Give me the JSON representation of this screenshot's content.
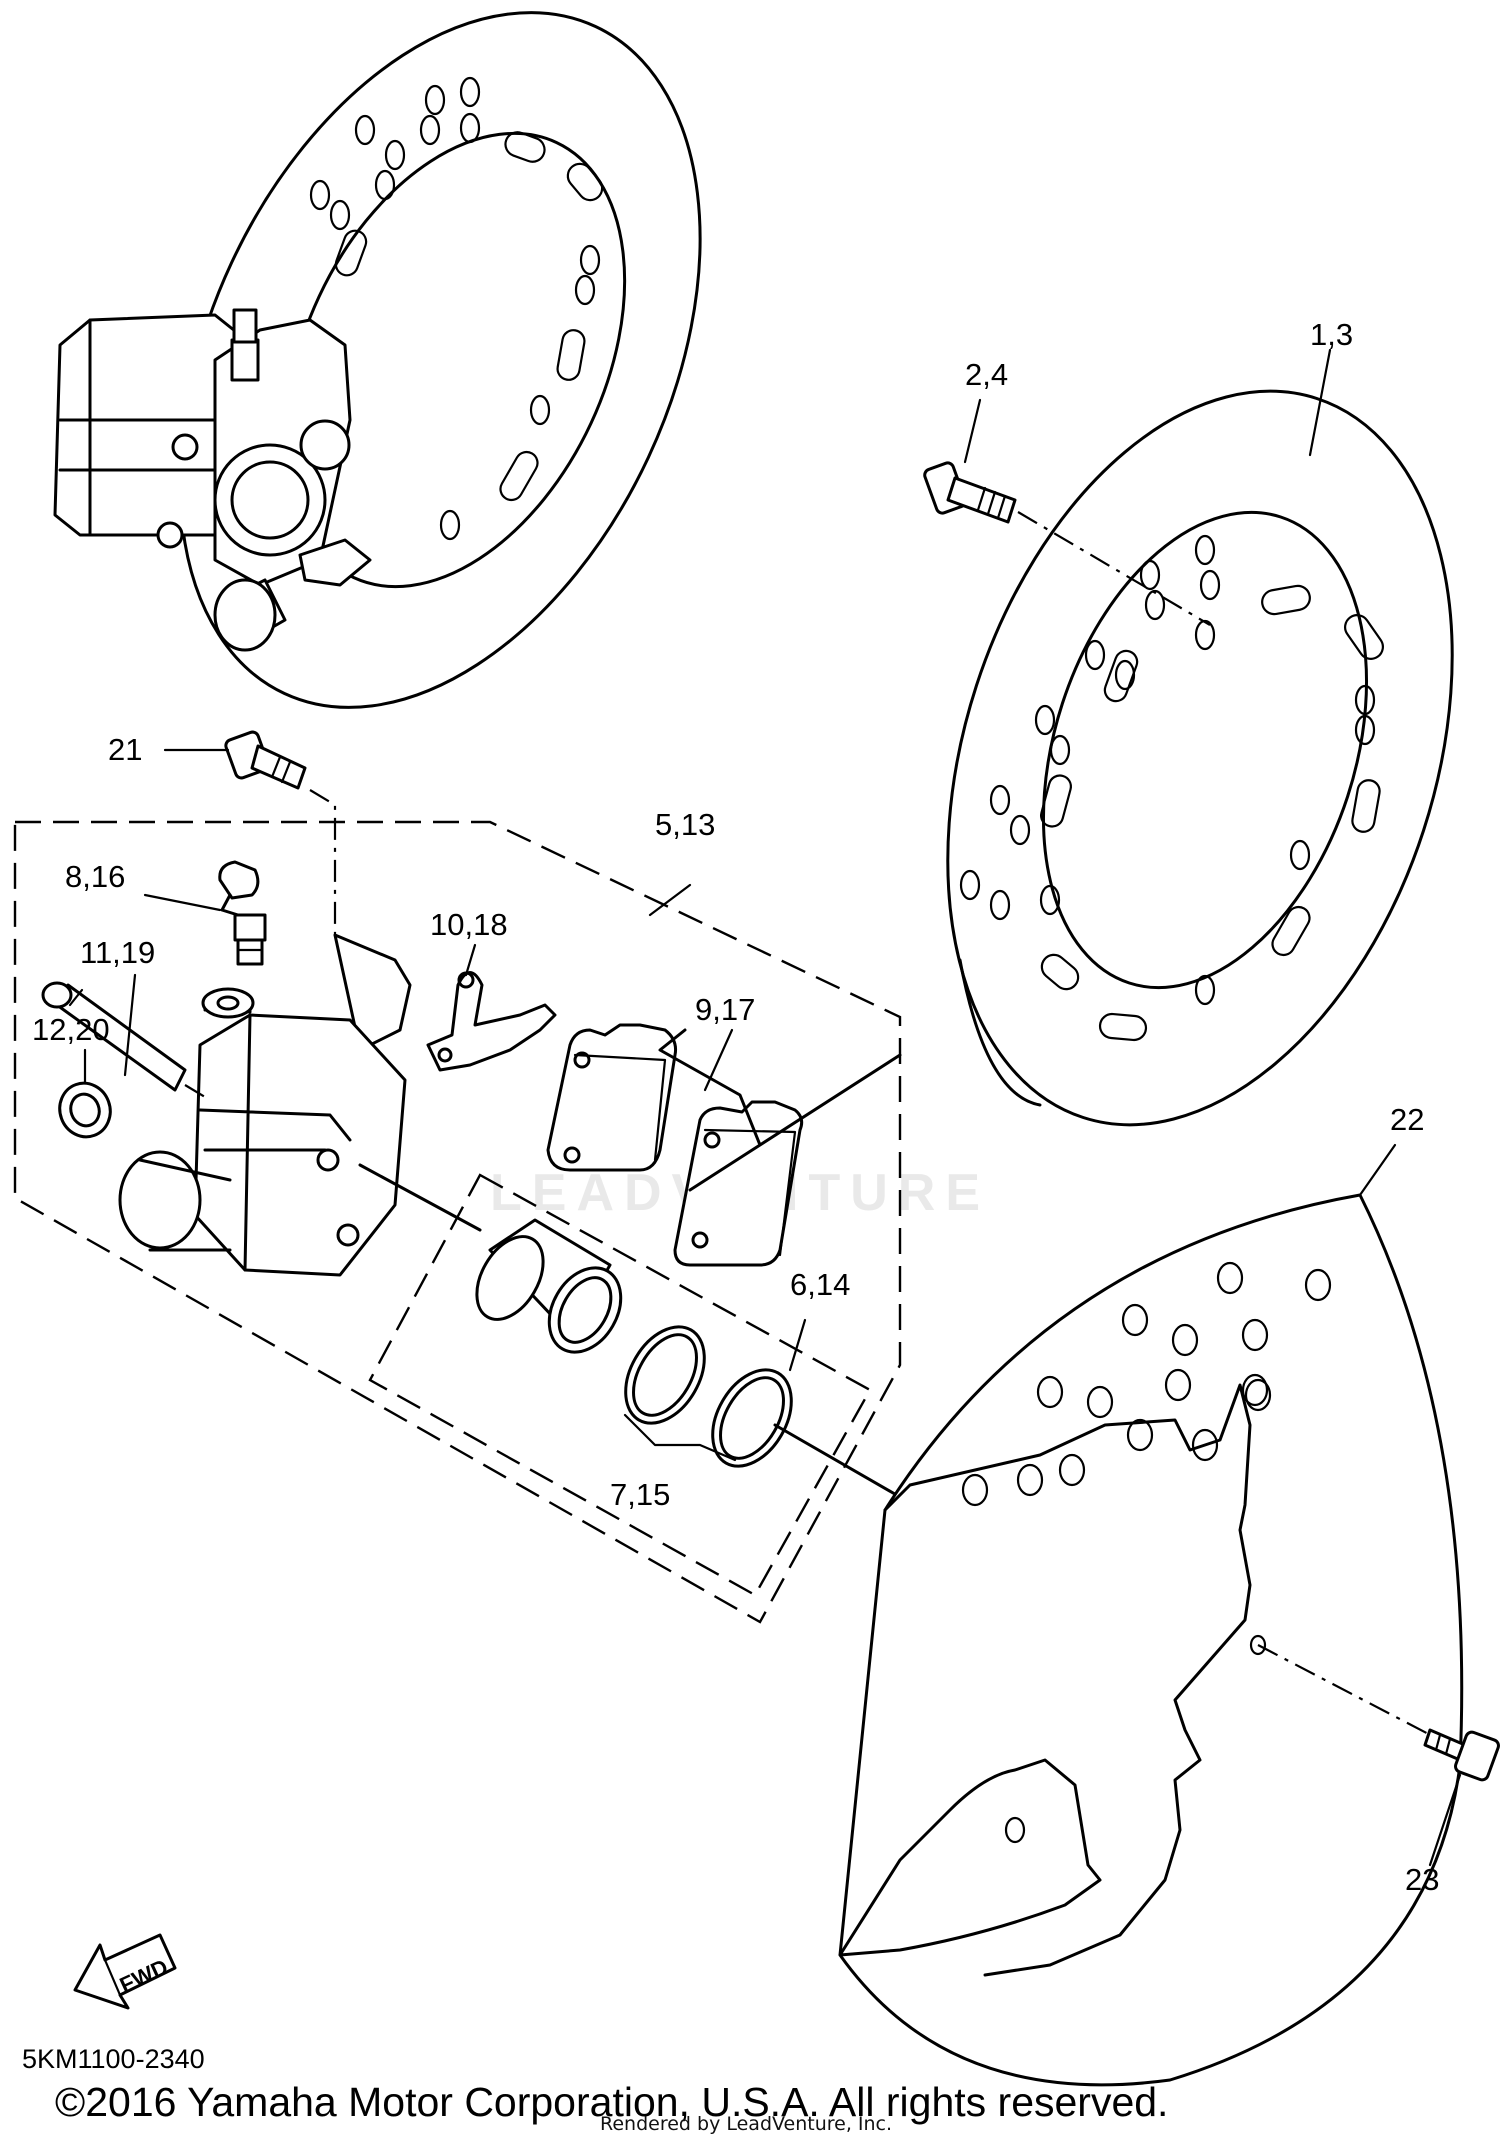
{
  "watermark": "LEADVENTURE",
  "fwd_label": "FWD",
  "diagram_code": "5KM1100-2340",
  "copyright": "©2016 Yamaha Motor Corporation, U.S.A. All rights reserved.",
  "rendered_by": "Rendered by LeadVenture, Inc.",
  "callouts": [
    {
      "id": "1,3",
      "label": "1,3"
    },
    {
      "id": "2,4",
      "label": "2,4"
    },
    {
      "id": "5,13",
      "label": "5,13"
    },
    {
      "id": "6,14",
      "label": "6,14"
    },
    {
      "id": "7,15",
      "label": "7,15"
    },
    {
      "id": "8,16",
      "label": "8,16"
    },
    {
      "id": "9,17",
      "label": "9,17"
    },
    {
      "id": "10,18",
      "label": "10,18"
    },
    {
      "id": "11,19",
      "label": "11,19"
    },
    {
      "id": "12,20",
      "label": "12,20"
    },
    {
      "id": "21",
      "label": "21"
    },
    {
      "id": "22",
      "label": "22"
    },
    {
      "id": "23",
      "label": "23"
    }
  ]
}
